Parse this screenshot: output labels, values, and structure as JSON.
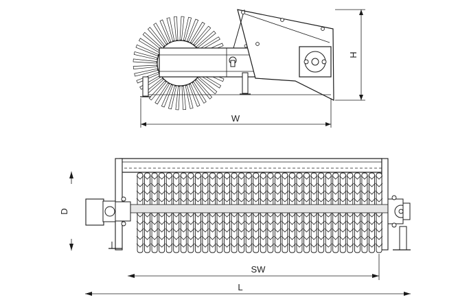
{
  "dimensions": {
    "width_label": "W",
    "height_label": "H",
    "depth_label": "D",
    "sweep_width_label": "SW",
    "length_label": "L"
  },
  "side_view": {
    "bristle_count": 40,
    "bracket_holes": 4
  },
  "front_view": {
    "brush_disc_count": 34
  },
  "colors": {
    "line": "#1a1a1a",
    "fill": "#ffffff",
    "shade": "#e6e6e6"
  }
}
